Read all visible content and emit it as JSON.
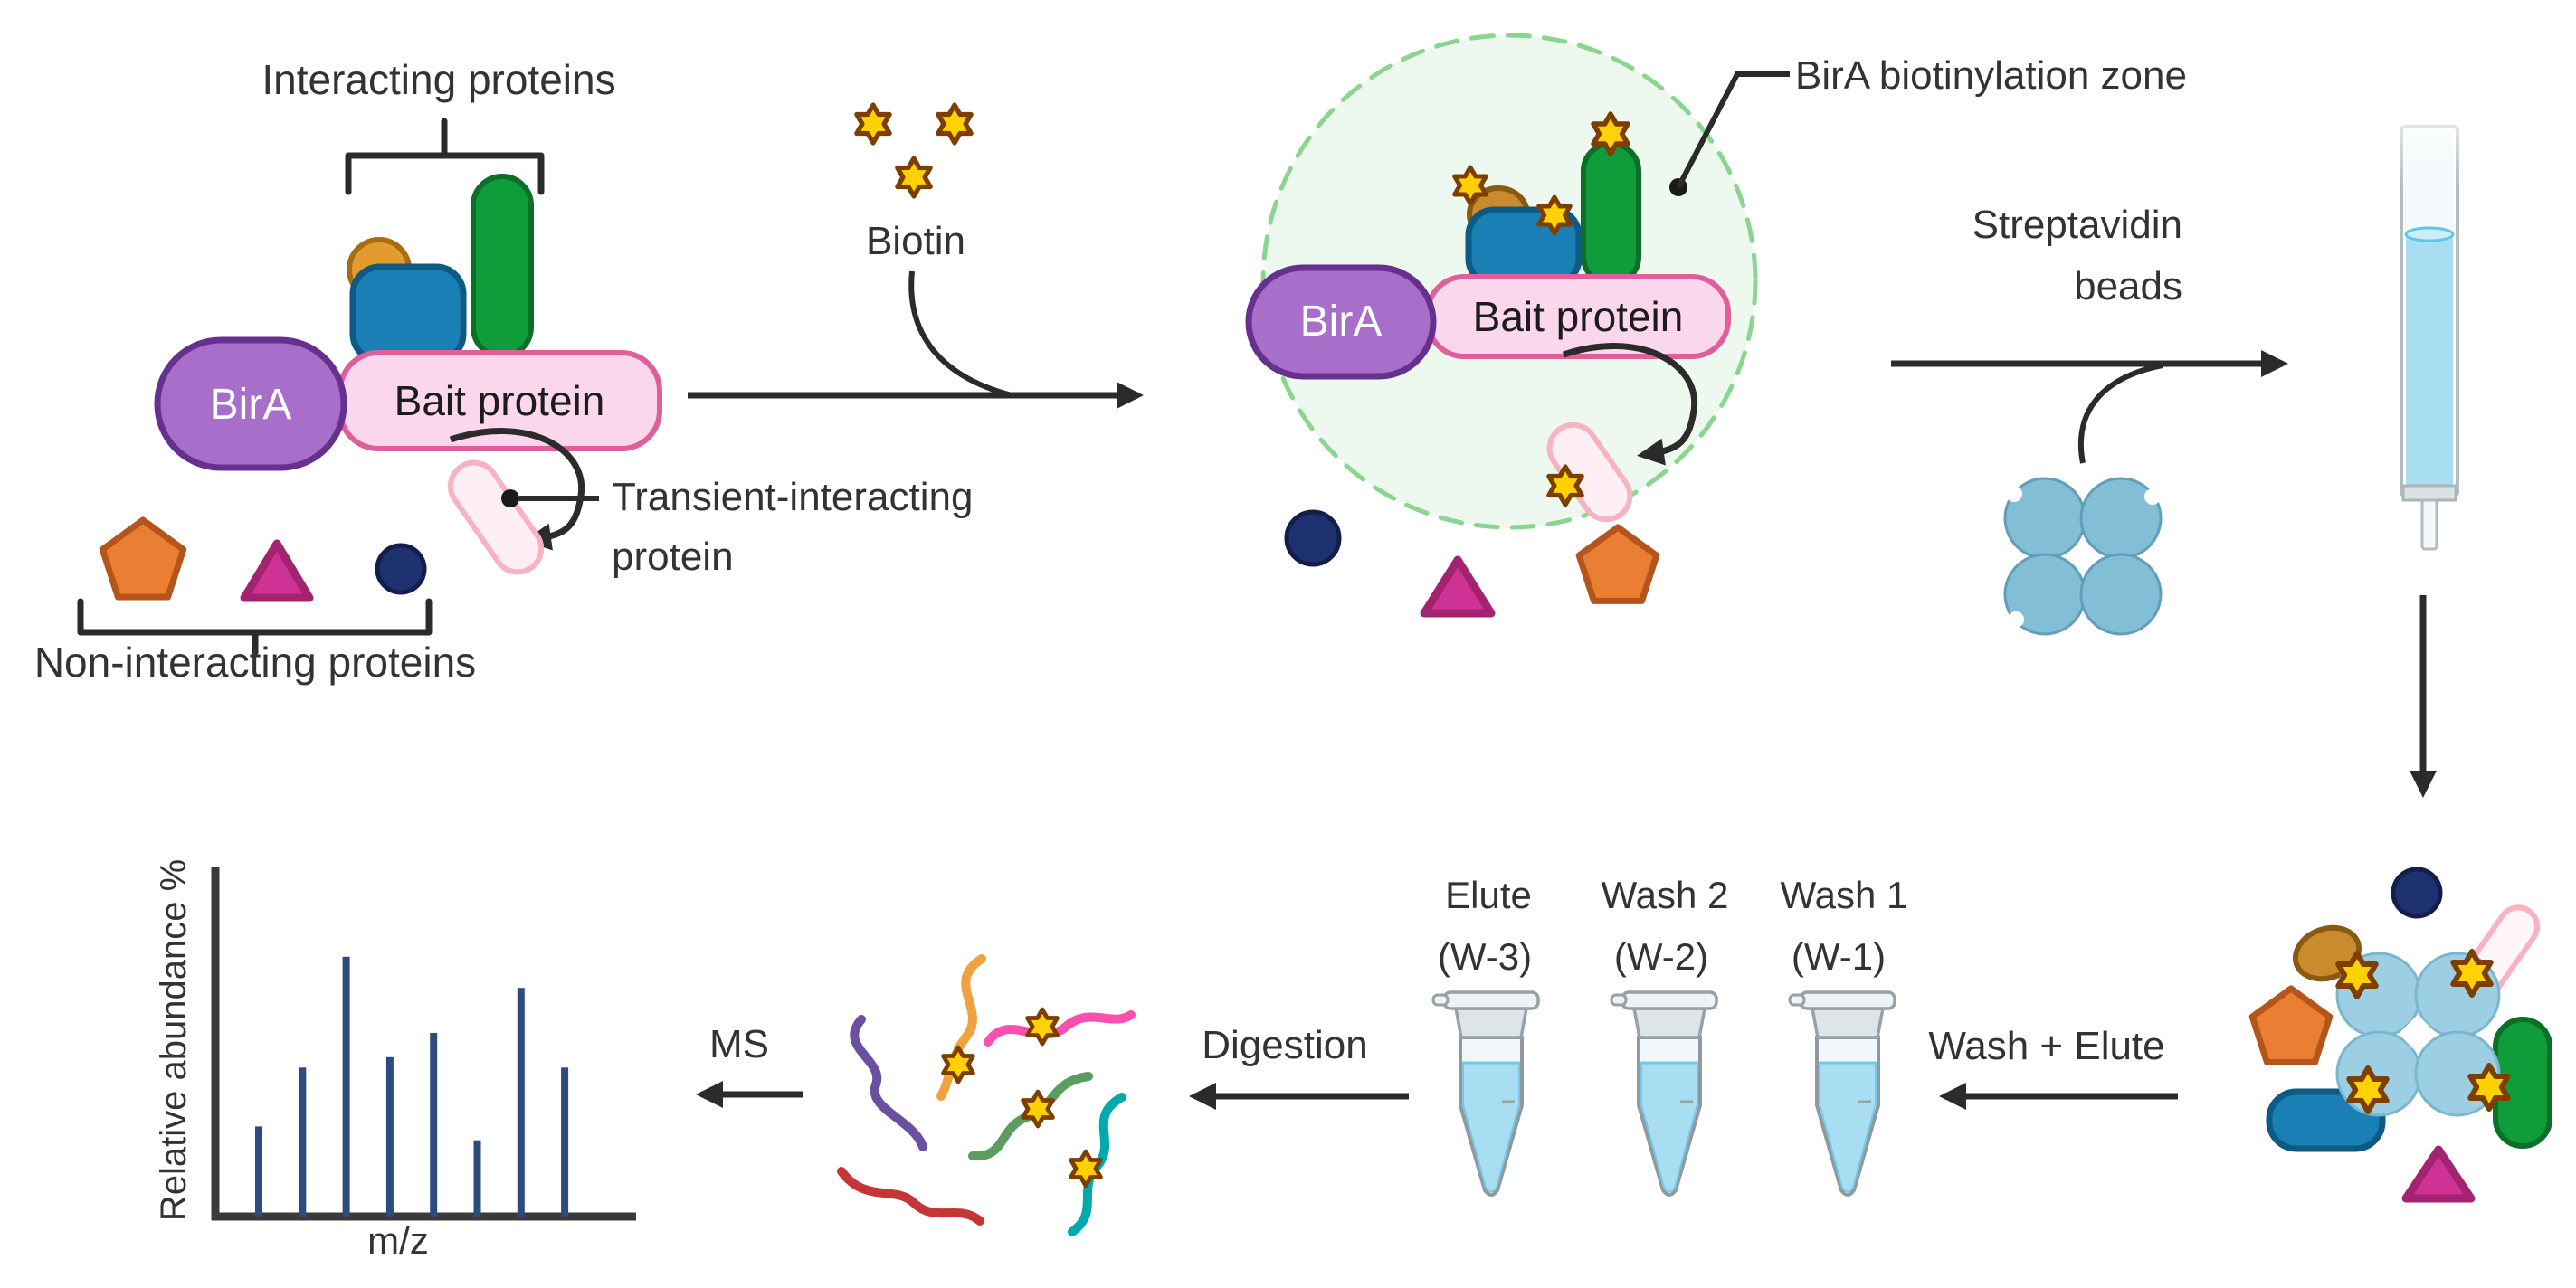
{
  "diagram": {
    "step1": {
      "interacting_label": "Interacting proteins",
      "non_interacting_label": "Non-interacting proteins",
      "bira_label": "BirA",
      "bait_label": "Bait protein",
      "transient_label_line1": "Transient-interacting",
      "transient_label_line2": "protein"
    },
    "step2": {
      "biotin_label": "Biotin",
      "bira_label": "BirA",
      "bait_label": "Bait protein",
      "zone_label": "BirA biotinylation zone"
    },
    "step3": {
      "streptavidin_label_line1": "Streptavidin",
      "streptavidin_label_line2": "beads"
    },
    "step4": {
      "wash_elute_label": "Wash + Elute",
      "tubes": [
        {
          "name": "Elute",
          "code": "(W-3)"
        },
        {
          "name": "Wash 2",
          "code": "(W-2)"
        },
        {
          "name": "Wash 1",
          "code": "(W-1)"
        }
      ]
    },
    "step5": {
      "digestion_label": "Digestion"
    },
    "step6": {
      "ms_label": "MS"
    }
  },
  "chart_data": {
    "type": "bar",
    "title": "",
    "xlabel": "m/z",
    "ylabel": "Relative abundance %",
    "values": [
      26,
      43,
      75,
      46,
      53,
      22,
      66,
      43
    ],
    "ylim": [
      0,
      100
    ],
    "grid": false,
    "legend": null,
    "bar_color": "#2d4b7e"
  },
  "colors": {
    "bira_fill": "#a76fc9",
    "bira_stroke": "#66308f",
    "bait_fill": "#fbd7ee",
    "bait_stroke": "#de5f9b",
    "biotin_star_fill": "#ffd100",
    "biotin_star_stroke": "#7d3f00",
    "interactor_blue": "#1a7fb5",
    "interactor_green": "#0f9d3b",
    "interactor_orange": "#e29b2d",
    "pentagon_orange": "#ea7e33",
    "triangle_magenta": "#cf3295",
    "circle_navy": "#1e3272",
    "transient_pink_stroke": "#f7b3c2",
    "transient_pink_fill": "#fdeff5",
    "zone_fill": "#edf8ef",
    "zone_stroke": "#8ad58f",
    "bead_blue": "#83bed7",
    "bead_blue_light": "#9ccfe3",
    "liquid_blue": "#a9def2",
    "ms_bar": "#2d4b7e",
    "arrow": "#2b2b2b",
    "text": "#333333"
  }
}
